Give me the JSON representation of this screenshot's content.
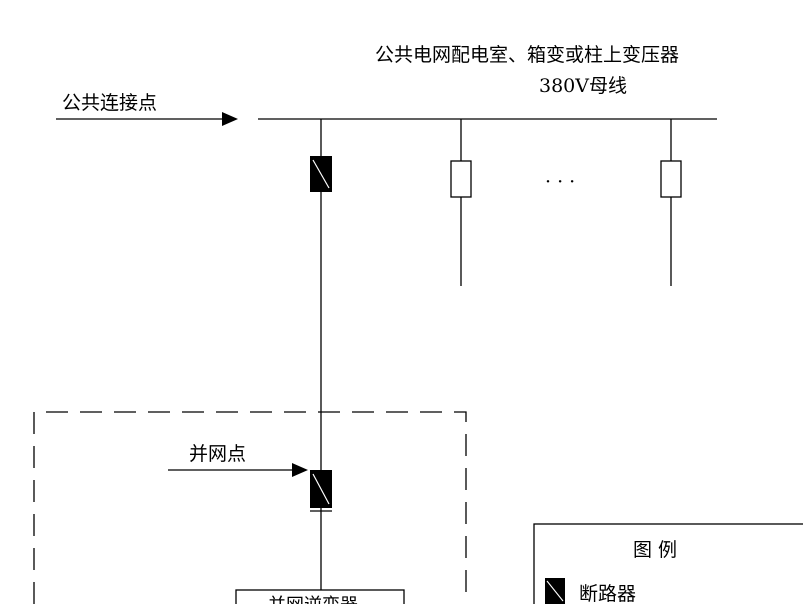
{
  "busbar": {
    "title": "公共电网配电室、箱变或柱上变压器",
    "subtitle": "380V母线"
  },
  "labels": {
    "common_connection_point": "公共连接点",
    "grid_connection_point": "并网点",
    "ellipsis": "· · ·",
    "inverter_box": "并网逆变器"
  },
  "legend": {
    "title": "图  例",
    "items": [
      {
        "symbol": "breaker-filled",
        "label": "断路器"
      }
    ]
  },
  "symbols": {
    "breaker_filled": "breaker-icon",
    "breaker_open": "switch-icon",
    "arrow": "arrow-icon"
  }
}
